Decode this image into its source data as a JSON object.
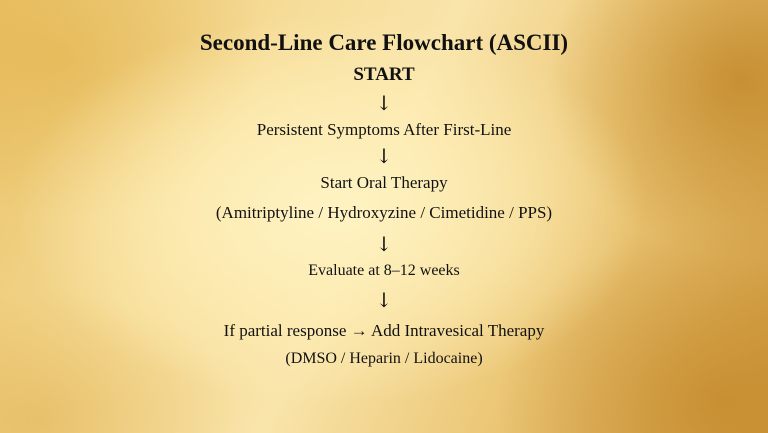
{
  "title": "Second-Line Care Flowchart (ASCII)",
  "nodes": [
    {
      "id": "start",
      "label": "START"
    },
    {
      "id": "persistent",
      "label": "Persistent Symptoms After First-Line"
    },
    {
      "id": "oral",
      "label": "Start Oral Therapy",
      "sublabel": "(Amitriptyline / Hydroxyzine / Cimetidine / PPS)"
    },
    {
      "id": "evaluate",
      "label": "Evaluate at 8–12 weeks"
    },
    {
      "id": "intravesical",
      "label": "If partial response → Add Intravesical Therapy",
      "sublabel": "(DMSO / Heparin / Lidocaine)"
    }
  ],
  "arrow_glyph": "↓",
  "edges": [
    {
      "from": "start",
      "to": "persistent"
    },
    {
      "from": "persistent",
      "to": "oral"
    },
    {
      "from": "oral",
      "to": "evaluate"
    },
    {
      "from": "evaluate",
      "to": "intravesical"
    }
  ],
  "colors": {
    "text": "#111111",
    "background_light": "#f9e4aa",
    "background_dark": "#cf9a3f"
  }
}
